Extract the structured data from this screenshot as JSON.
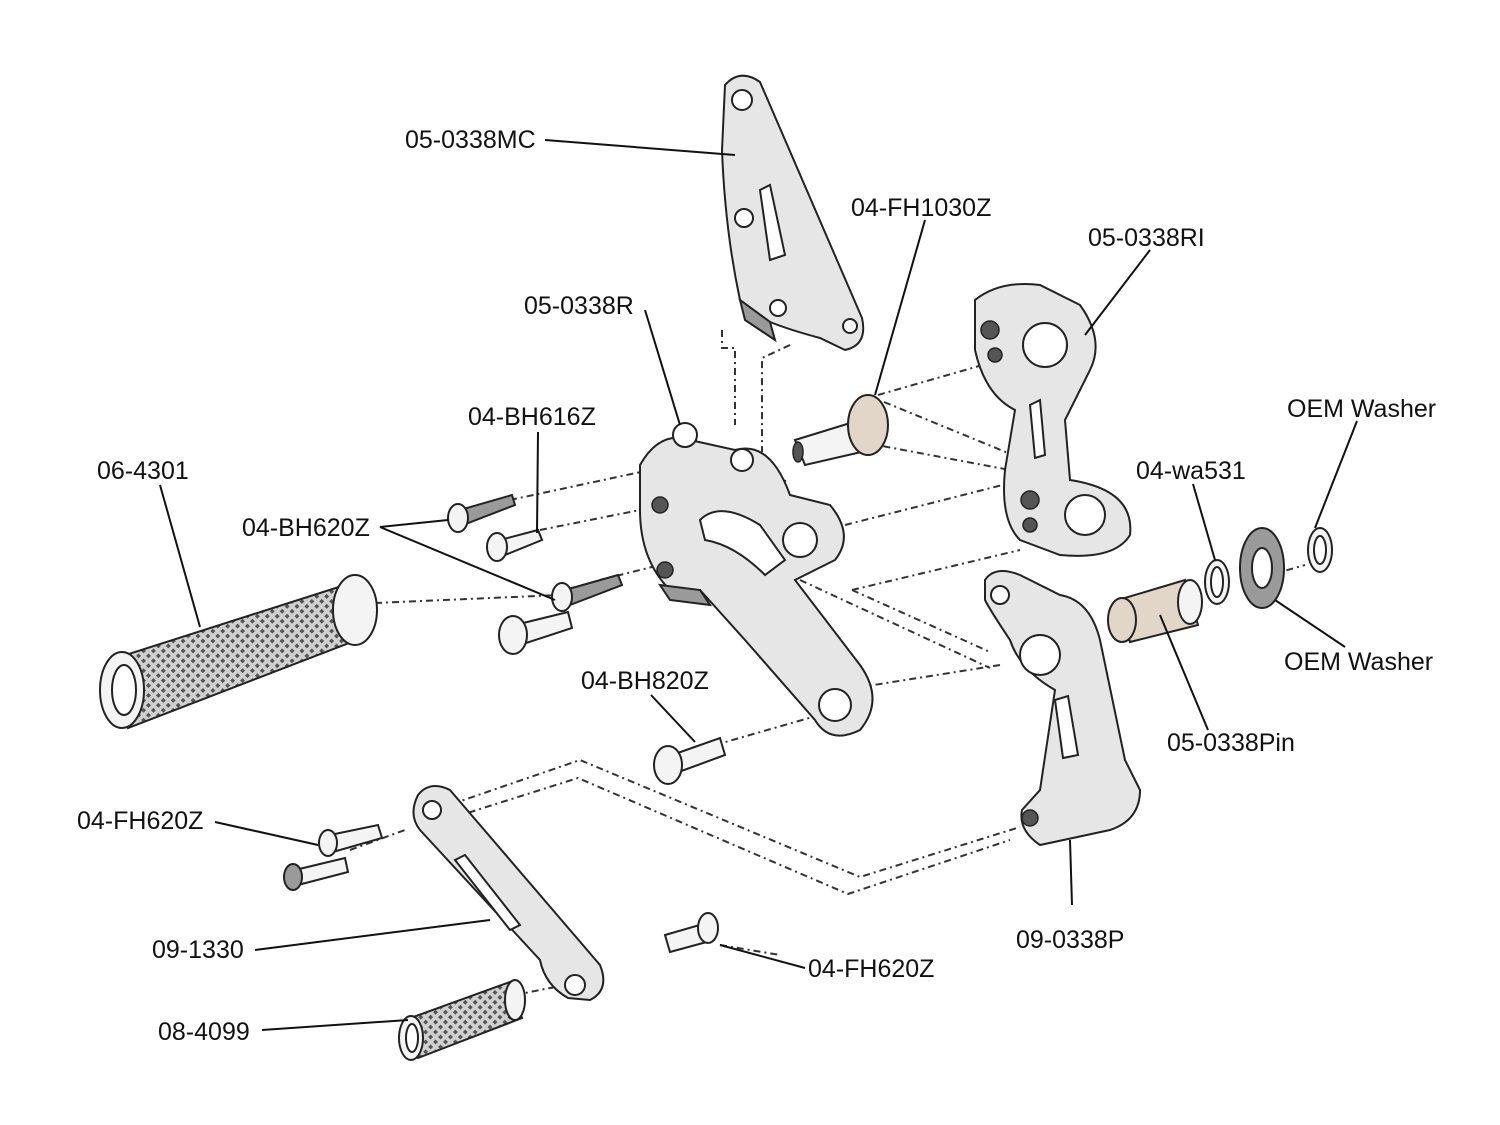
{
  "labels": {
    "bracket_mc": "05-0338MC",
    "bolt_fh1030z": "04-FH1030Z",
    "bracket_ri": "05-0338RI",
    "bracket_r": "05-0338R",
    "bolt_bh616z": "04-BH616Z",
    "peg_main": "06-4301",
    "bolt_bh620z": "04-BH620Z",
    "oem_washer_top": "OEM Washer",
    "washer_wa531": "04-wa531",
    "oem_washer_bottom": "OEM Washer",
    "bolt_bh820z": "04-BH820Z",
    "pin": "05-0338Pin",
    "bolt_fh620z_left": "04-FH620Z",
    "pedal_09_1330": "09-1330",
    "bracket_p": "09-0338P",
    "bolt_fh620z_right": "04-FH620Z",
    "peg_small": "08-4099"
  }
}
